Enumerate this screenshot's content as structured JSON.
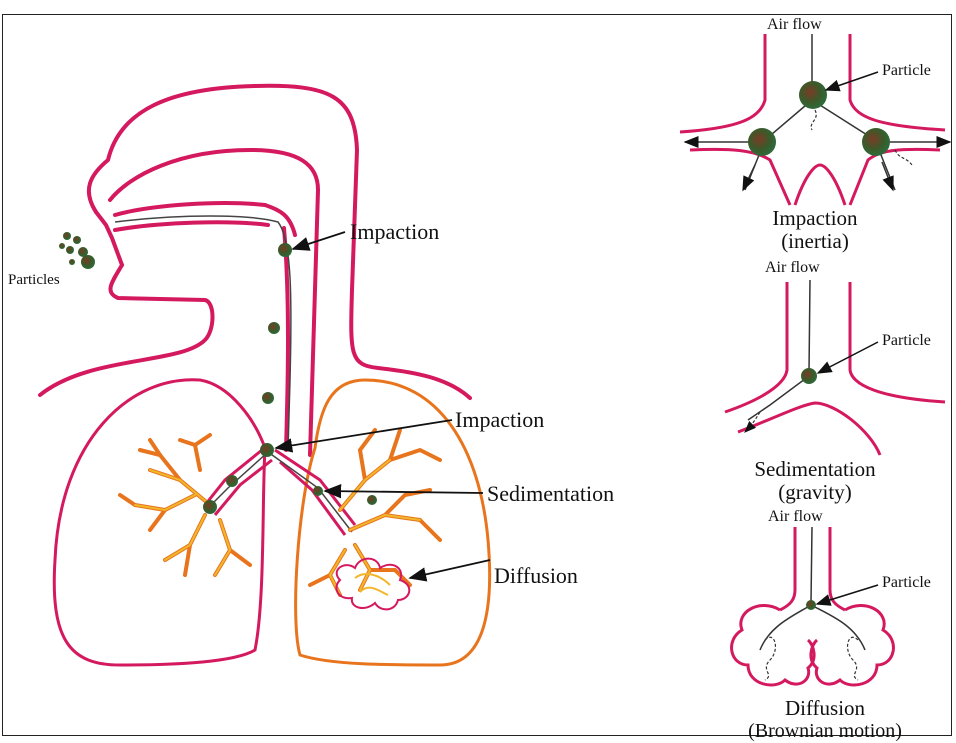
{
  "main": {
    "particles_label": "Particles",
    "impaction_top_label": "Impaction",
    "impaction_mid_label": "Impaction",
    "sedimentation_label": "Sedimentation",
    "diffusion_label": "Diffusion"
  },
  "panels": {
    "impaction": {
      "airflow": "Air flow",
      "particle": "Particle",
      "title": "Impaction",
      "subtitle": "(inertia)"
    },
    "sedimentation": {
      "airflow": "Air flow",
      "particle": "Particle",
      "title": "Sedimentation",
      "subtitle": "(gravity)"
    },
    "diffusion": {
      "airflow": "Air flow",
      "particle": "Particle",
      "title": "Diffusion",
      "subtitle": "(Brownian motion)"
    }
  },
  "colors": {
    "airway": "#d4195f",
    "lung_right": "#e8751e",
    "bronchi_inner": "#f2b62b",
    "particle": "#3b5a2a"
  }
}
